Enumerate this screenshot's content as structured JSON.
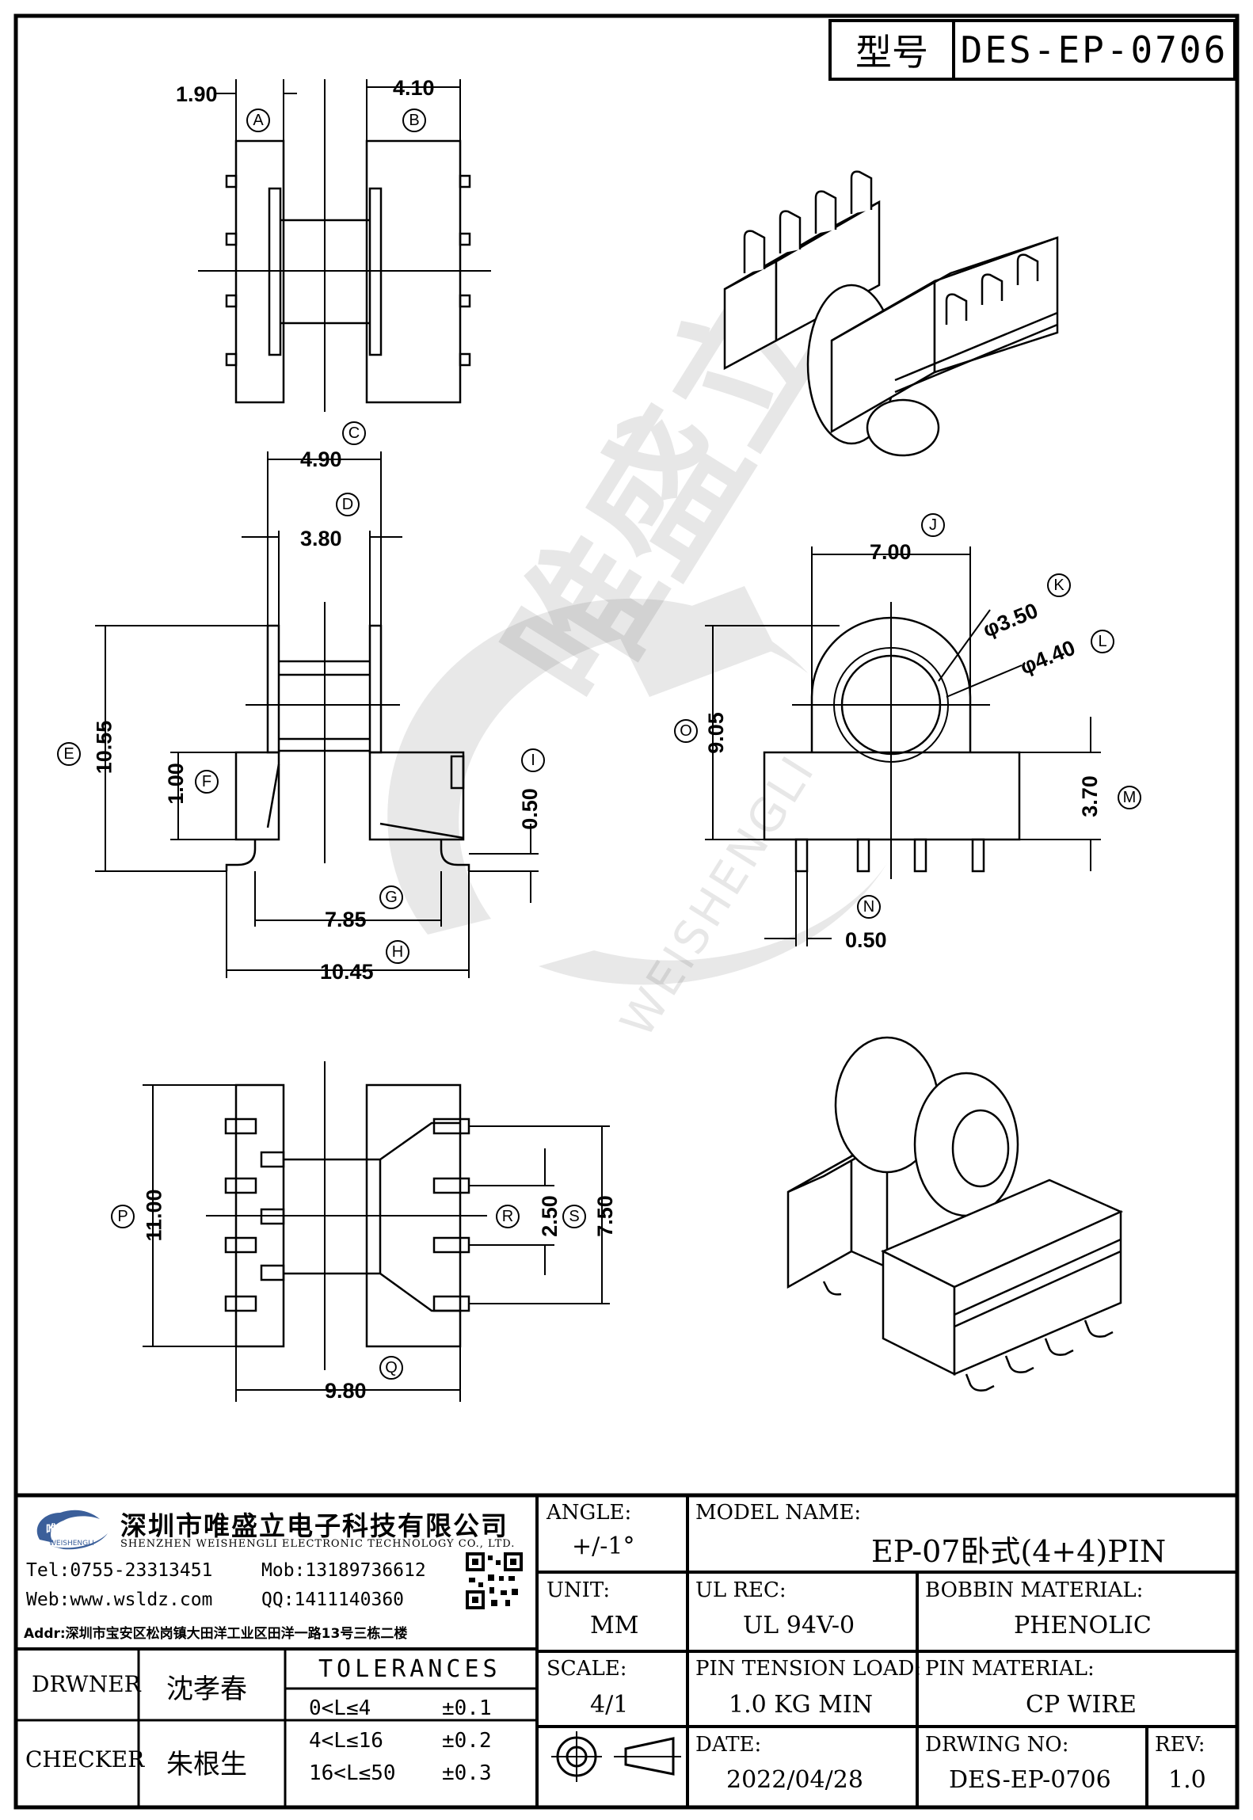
{
  "header": {
    "model_label": "型号",
    "model_code": "DES-EP-0706"
  },
  "views": {
    "top": {
      "dim_a": "1.90",
      "dim_b": "4.10",
      "tag_a": "A",
      "tag_b": "B"
    },
    "front": {
      "dim_c": "4.90",
      "dim_d": "3.80",
      "dim_e": "10.55",
      "dim_f": "1.00",
      "dim_g": "7.85",
      "dim_h": "10.45",
      "dim_i": "0.50",
      "tag_c": "C",
      "tag_d": "D",
      "tag_e": "E",
      "tag_f": "F",
      "tag_g": "G",
      "tag_h": "H",
      "tag_i": "I"
    },
    "side": {
      "dim_j": "7.00",
      "dim_k": "φ3.50",
      "dim_l": "φ4.40",
      "dim_m": "3.70",
      "dim_n": "0.50",
      "dim_o": "9.05",
      "tag_j": "J",
      "tag_k": "K",
      "tag_l": "L",
      "tag_m": "M",
      "tag_n": "N",
      "tag_o": "O"
    },
    "bottom": {
      "dim_p": "11.00",
      "dim_q": "9.80",
      "dim_r": "2.50",
      "dim_s": "7.50",
      "tag_p": "P",
      "tag_q": "Q",
      "tag_r": "R",
      "tag_s": "S"
    }
  },
  "watermark": {
    "brand_cn": "唯盛立",
    "brand_en": "WEISHENGLI"
  },
  "title_block": {
    "company_cn": "深圳市唯盛立电子科技有限公司",
    "company_en": "SHENZHEN WEISHENGLI ELECTRONIC TECHNOLOGY CO., LTD.",
    "logo_cn": "唯盛立",
    "logo_en": "WEISHENGLI",
    "tel": "Tel:0755-23313451",
    "mob": "Mob:13189736612",
    "web": "Web:www.wsldz.com",
    "qq": "QQ:1411140360",
    "addr": "Addr:深圳市宝安区松岗镇大田洋工业区田洋一路13号三栋二楼",
    "angle_label": "ANGLE:",
    "angle_value": "+/-1°",
    "model_name_label": "MODEL NAME:",
    "model_name_value": "EP-07卧式(4+4)PIN",
    "unit_label": "UNIT:",
    "unit_value": "MM",
    "ul_rec_label": "UL REC:",
    "ul_rec_value": "UL 94V-0",
    "bobbin_material_label": "BOBBIN MATERIAL:",
    "bobbin_material_value": "PHENOLIC",
    "drawer_label": "DRWNER",
    "drawer_value": "沈孝春",
    "tolerances_label": "TOLERANCES",
    "scale_label": "SCALE:",
    "scale_value": "4/1",
    "pin_tension_label": "PIN TENSION LOAD:",
    "pin_tension_value": "1.0 KG MIN",
    "pin_material_label": "PIN MATERIAL:",
    "pin_material_value": "CP WIRE",
    "tol_rows": [
      {
        "range": "0<L≤4",
        "value": "±0.1"
      },
      {
        "range": "4<L≤16",
        "value": "±0.2"
      },
      {
        "range": "16<L≤50",
        "value": "±0.3"
      }
    ],
    "checker_label": "CHECKER",
    "checker_value": "朱根生",
    "date_label": "DATE:",
    "date_value": "2022/04/28",
    "drawing_no_label": "DRWING NO:",
    "drawing_no_value": "DES-EP-0706",
    "rev_label": "REV:",
    "rev_value": "1.0"
  }
}
